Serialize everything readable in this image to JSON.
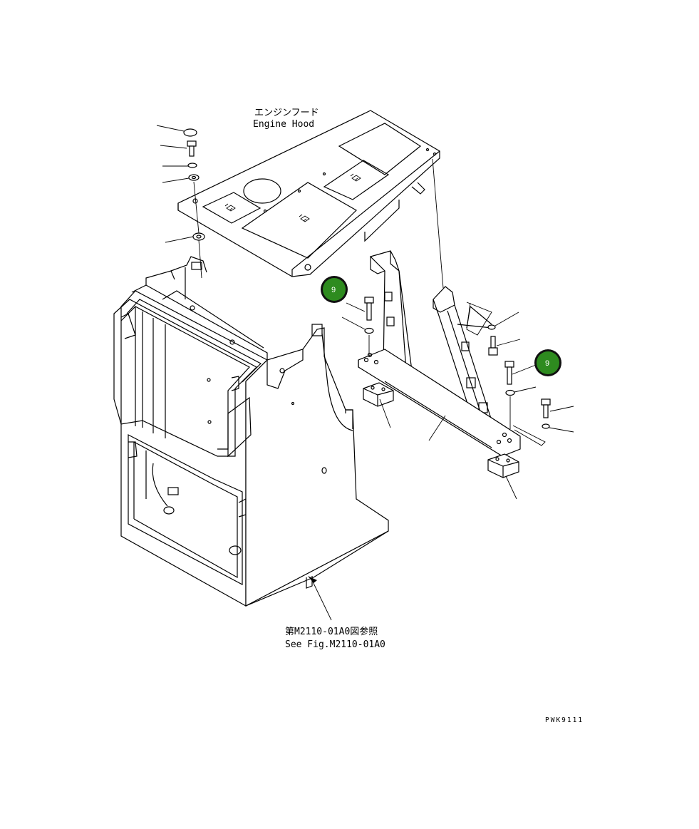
{
  "labels": {
    "engine_hood_jp": "エンジンフード",
    "engine_hood_en": "Engine Hood",
    "see_fig_jp": "第M2110-01A0図参照",
    "see_fig_en": "See Fig.M2110-01A0",
    "drawing_code": "PWK9111"
  },
  "callouts": [
    {
      "number": "9",
      "color": "#2e8b1f"
    },
    {
      "number": "9",
      "color": "#2e8b1f"
    }
  ]
}
